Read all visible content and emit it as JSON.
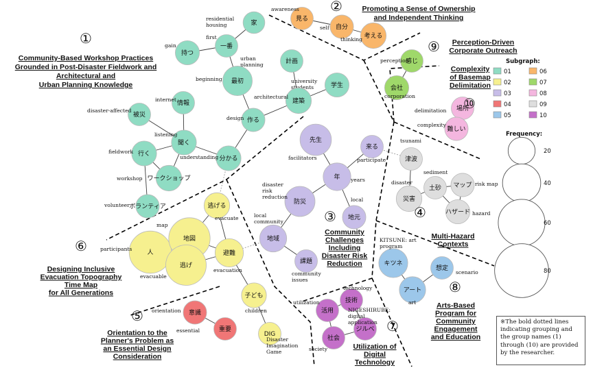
{
  "colors": {
    "01": "#8fdcc3",
    "02": "#f6f08f",
    "03": "#c7bde8",
    "04": "#f07676",
    "05": "#9cc7ea",
    "06": "#f9b66a",
    "07": "#9fd86a",
    "08": "#f4b6df",
    "09": "#dedede",
    "10": "#c470c9"
  },
  "legend": {
    "subgraph_title": "Subgraph:",
    "frequency_title": "Frequency:",
    "groups": [
      "01",
      "02",
      "03",
      "04",
      "05",
      "06",
      "07",
      "08",
      "09",
      "10"
    ],
    "frequencies": [
      20,
      40,
      60,
      80
    ]
  },
  "note": "※The bold dotted lines indicating grouping and the group names (1) through (10) are provided by the researcher.",
  "groups": [
    {
      "num": "①",
      "title": [
        "Community-Based Workshop Practices",
        "Grounded in Post-Disaster Fieldwork and",
        "Architectural and",
        "Urban Planning Knowledge"
      ]
    },
    {
      "num": "②",
      "title": [
        "Promoting a Sense of Ownership",
        "and Independent Thinking"
      ]
    },
    {
      "num": "③",
      "title": [
        "Community",
        "Challenges",
        "Including",
        "Disaster Risk",
        "Reduction"
      ]
    },
    {
      "num": "④",
      "title": [
        "Multi-Hazard",
        "Contexts"
      ]
    },
    {
      "num": "⑤",
      "title": [
        "Orientation to the",
        "Planner's Problem as",
        "an Essential Design",
        "Consideration"
      ]
    },
    {
      "num": "⑥",
      "title": [
        "Designing Inclusive",
        "Evacuation Topography",
        "Time Map",
        "for All Generations"
      ]
    },
    {
      "num": "⑦",
      "title": [
        "Utilization of",
        "Digital",
        "Technology"
      ]
    },
    {
      "num": "⑧",
      "title": [
        "Arts-Based",
        "Program for",
        "Community",
        "Engagement",
        "and Education"
      ]
    },
    {
      "num": "⑨",
      "title": [
        "Perception-Driven",
        "Corporate Outreach"
      ]
    },
    {
      "num": "⑩",
      "title": [
        "Complexity",
        "of Basemap",
        "Delimitation"
      ]
    }
  ],
  "nodes": [
    {
      "id": "ie",
      "jp": "家",
      "en": "residential housing",
      "g": "01",
      "f": 13
    },
    {
      "id": "ichiban",
      "jp": "一番",
      "en": "first",
      "g": "01",
      "f": 14
    },
    {
      "id": "motsu",
      "jp": "持つ",
      "en": "gain",
      "g": "01",
      "f": 16
    },
    {
      "id": "keikaku",
      "jp": "計画",
      "en": "urban planning",
      "g": "01",
      "f": 14
    },
    {
      "id": "saisho",
      "jp": "最初",
      "en": "beginning",
      "g": "01",
      "f": 24
    },
    {
      "id": "gakusei",
      "jp": "学生",
      "en": "university students",
      "g": "01",
      "f": 16
    },
    {
      "id": "kenchiku",
      "jp": "建築",
      "en": "architectural",
      "g": "01",
      "f": 18
    },
    {
      "id": "tsukuru",
      "jp": "作る",
      "en": "design",
      "g": "01",
      "f": 15
    },
    {
      "id": "joho",
      "jp": "情報",
      "en": "internet",
      "g": "01",
      "f": 14
    },
    {
      "id": "hisai",
      "jp": "被災",
      "en": "disaster-affected",
      "g": "01",
      "f": 14
    },
    {
      "id": "kiku",
      "jp": "聞く",
      "en": "listening",
      "g": "01",
      "f": 17
    },
    {
      "id": "iku",
      "jp": "行く",
      "en": "fieldwork",
      "g": "01",
      "f": 17
    },
    {
      "id": "wakaru",
      "jp": "分かる",
      "en": "understanding",
      "g": "01",
      "f": 17
    },
    {
      "id": "workshop",
      "jp": "ワークショップ",
      "en": "workshop",
      "g": "01",
      "f": 18
    },
    {
      "id": "volunteer",
      "jp": "ボランティア",
      "en": "volunteer",
      "g": "01",
      "f": 15
    },
    {
      "id": "miru",
      "jp": "見る",
      "en": "awareness",
      "g": "06",
      "f": 14
    },
    {
      "id": "jibun",
      "jp": "自分",
      "en": "self",
      "g": "06",
      "f": 15
    },
    {
      "id": "kangaeru",
      "jp": "考える",
      "en": "thinking",
      "g": "06",
      "f": 18
    },
    {
      "id": "sensei",
      "jp": "先生",
      "en": "facilitators",
      "g": "03",
      "f": 27
    },
    {
      "id": "kuru",
      "jp": "来る",
      "en": "participate",
      "g": "03",
      "f": 14
    },
    {
      "id": "nen",
      "jp": "年",
      "en": "years",
      "g": "03",
      "f": 21
    },
    {
      "id": "bosai",
      "jp": "防災",
      "en": "disaster risk reduction",
      "g": "03",
      "f": 25
    },
    {
      "id": "jimoto",
      "jp": "地元",
      "en": "local",
      "g": "03",
      "f": 15
    },
    {
      "id": "chiiki",
      "jp": "地域",
      "en": "local community",
      "g": "03",
      "f": 20
    },
    {
      "id": "kadai",
      "jp": "課題",
      "en": "community issues",
      "g": "03",
      "f": 14
    },
    {
      "id": "tsunami",
      "jp": "津波",
      "en": "tsunami",
      "g": "09",
      "f": 14
    },
    {
      "id": "dosha",
      "jp": "土砂",
      "en": "sediment",
      "g": "09",
      "f": 14
    },
    {
      "id": "map",
      "jp": "マップ",
      "en": "risk map",
      "g": "09",
      "f": 15
    },
    {
      "id": "saigai",
      "jp": "災害",
      "en": "disaster",
      "g": "09",
      "f": 18
    },
    {
      "id": "hazard",
      "jp": "ハザード",
      "en": "hazard",
      "g": "09",
      "f": 16
    },
    {
      "id": "hito",
      "jp": "人",
      "en": "participants",
      "g": "02",
      "f": 49
    },
    {
      "id": "chizu",
      "jp": "地図",
      "en": "map",
      "g": "02",
      "f": 47
    },
    {
      "id": "nigeru",
      "jp": "逃げる",
      "en": "evacuate",
      "g": "02",
      "f": 18
    },
    {
      "id": "nige",
      "jp": "逃げ",
      "en": "evacuable",
      "g": "02",
      "f": 45
    },
    {
      "id": "hinan",
      "jp": "避難",
      "en": "evacuation",
      "g": "02",
      "f": 22
    },
    {
      "id": "kodomo",
      "jp": "子ども",
      "en": "children",
      "g": "02",
      "f": 17
    },
    {
      "id": "dig",
      "jp": "DIG",
      "en": "Disaster Imagination Game",
      "g": "02",
      "f": 14
    },
    {
      "id": "ishiki",
      "jp": "意識",
      "en": "orientation",
      "g": "04",
      "f": 15
    },
    {
      "id": "juyo",
      "jp": "重要",
      "en": "essential",
      "g": "04",
      "f": 14
    },
    {
      "id": "kitsune",
      "jp": "キツネ",
      "en": "KITSUNE: art program",
      "g": "05",
      "f": 23
    },
    {
      "id": "sotei",
      "jp": "想定",
      "en": "scenario",
      "g": "05",
      "f": 14
    },
    {
      "id": "art",
      "jp": "アート",
      "en": "art",
      "g": "05",
      "f": 19
    },
    {
      "id": "gijutsu",
      "jp": "技術",
      "en": "technology",
      "g": "10",
      "f": 14
    },
    {
      "id": "katsuyo",
      "jp": "活用",
      "en": "utilization",
      "g": "10",
      "f": 14
    },
    {
      "id": "shirube",
      "jp": "ジルベ",
      "en": "NIGESHIRUBE: digital application",
      "g": "10",
      "f": 14
    },
    {
      "id": "shakai",
      "jp": "社会",
      "en": "society",
      "g": "10",
      "f": 14
    },
    {
      "id": "kanjiru",
      "jp": "感じ",
      "en": "perception",
      "g": "07",
      "f": 14
    },
    {
      "id": "kaisha",
      "jp": "会社",
      "en": "corporation",
      "g": "07",
      "f": 16
    },
    {
      "id": "basho",
      "jp": "場所",
      "en": "delimitation",
      "g": "08",
      "f": 14
    },
    {
      "id": "muzukashii",
      "jp": "難しい",
      "en": "complexity",
      "g": "08",
      "f": 15
    }
  ]
}
